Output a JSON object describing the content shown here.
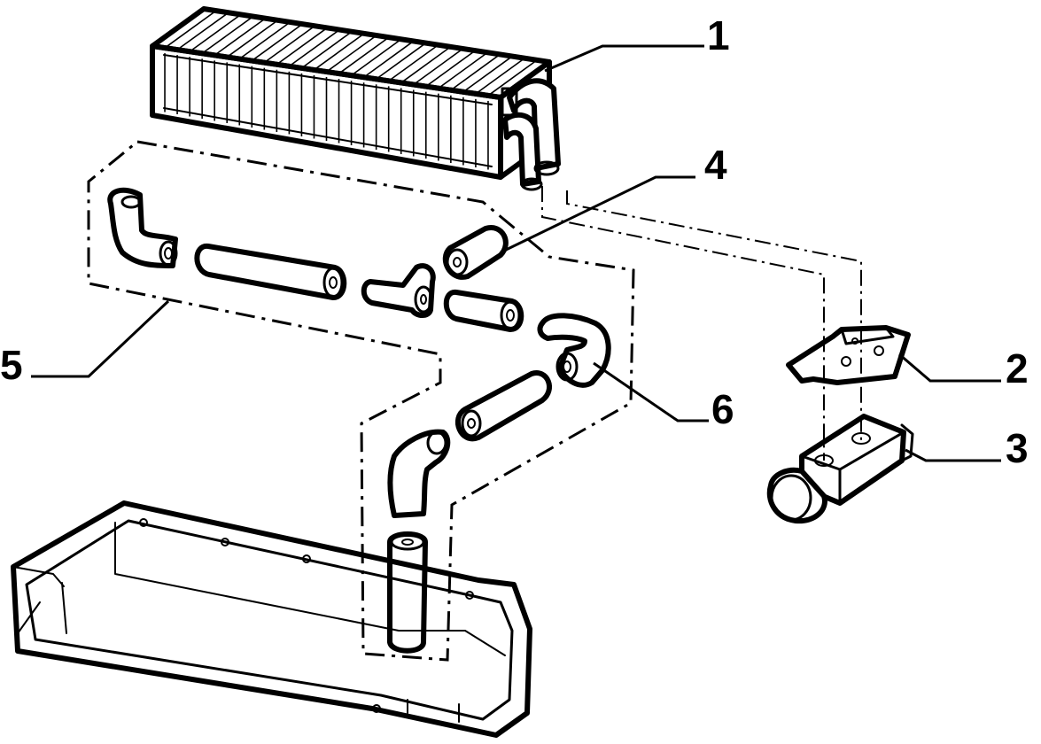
{
  "diagram": {
    "callouts": [
      {
        "id": "1",
        "label": "1"
      },
      {
        "id": "2",
        "label": "2"
      },
      {
        "id": "3",
        "label": "3"
      },
      {
        "id": "4",
        "label": "4"
      },
      {
        "id": "5",
        "label": "5"
      },
      {
        "id": "6",
        "label": "6"
      }
    ],
    "parts": [
      {
        "callout": "1",
        "name": "heater-radiator"
      },
      {
        "callout": "2",
        "name": "mounting-plate"
      },
      {
        "callout": "3",
        "name": "expansion-valve"
      },
      {
        "callout": "4",
        "name": "hose-sleeve"
      },
      {
        "callout": "5",
        "name": "hose-kit-group"
      },
      {
        "callout": "6",
        "name": "elbow-hose"
      }
    ],
    "colors": {
      "line": "#000000",
      "background": "#ffffff"
    }
  }
}
